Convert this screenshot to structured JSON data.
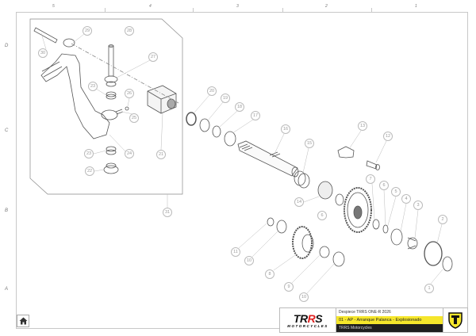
{
  "border": {
    "columns": [
      "5",
      "4",
      "3",
      "2",
      "1"
    ],
    "rows": [
      "D",
      "C",
      "B",
      "A"
    ]
  },
  "callouts": [
    "30",
    "29",
    "28",
    "27",
    "23",
    "26",
    "25",
    "24",
    "23",
    "22",
    "21",
    "31",
    "20",
    "19",
    "18",
    "17",
    "16",
    "15",
    "14",
    "13",
    "12",
    "7",
    "6",
    "5",
    "4",
    "3",
    "2",
    "6",
    "11",
    "10",
    "8",
    "9",
    "10",
    "1"
  ],
  "title_block": {
    "logo_main": "TRRS",
    "logo_sub": "MOTORCYCLES",
    "line1": "Despiece TRRS ONE-R 2026",
    "line2": "01 - AP - Arranque Palanca - Explosionado",
    "line3": "TRRS Motorcycles",
    "accent_color": "#f5e62b",
    "logo_red": "#e02020"
  },
  "home_icon": "home-icon"
}
